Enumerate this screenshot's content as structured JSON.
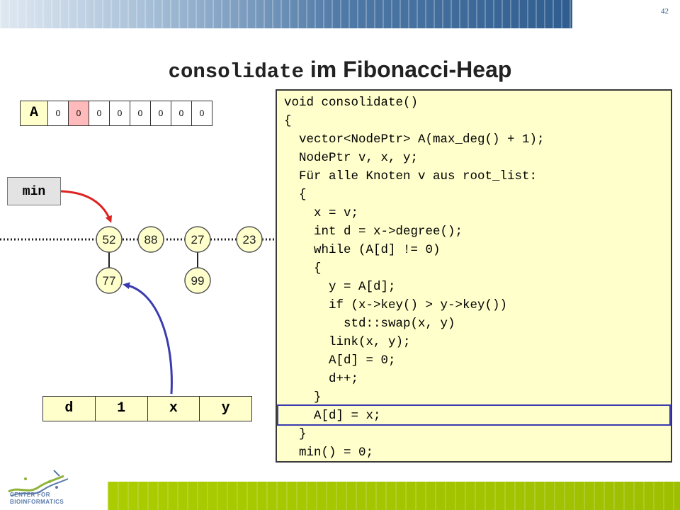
{
  "slide": {
    "page_number": "42",
    "title_code": "consolidate",
    "title_text": " im Fibonacci-Heap"
  },
  "array_A": {
    "label": "A",
    "cells": [
      "0",
      "0",
      "0",
      "0",
      "0",
      "0",
      "0",
      "0"
    ],
    "highlighted_index": 1
  },
  "min_box": {
    "label": "min"
  },
  "heap": {
    "roots": [
      "52",
      "88",
      "27",
      "23"
    ],
    "children": [
      "77",
      "99"
    ]
  },
  "variables": {
    "cells": [
      "d",
      "1",
      "x",
      "y"
    ]
  },
  "code": {
    "lines": [
      "void consolidate()",
      "{",
      "  vector<NodePtr> A(max_deg() + 1);",
      "  NodePtr v, x, y;",
      "  Für alle Knoten v aus root_list:",
      "  {",
      "    x = v;",
      "    int d = x->degree();",
      "    while (A[d] != 0)",
      "    {",
      "      y = A[d];",
      "      if (x->key() > y->key())",
      "        std::swap(x, y)",
      "      link(x, y);",
      "      A[d] = 0;",
      "      d++;",
      "    }",
      "    A[d] = x;",
      "  }",
      "  min() = 0;"
    ],
    "highlighted_line": 17
  },
  "logo": {
    "line1": "CENTER FOR",
    "line2": "BIOINFORMATICS"
  },
  "colors": {
    "accent_blue": "#2f5d8f",
    "code_background": "#ffffcc",
    "node_fill": "#ffffcc",
    "highlight_cell": "#ffbbbb",
    "min_arrow": "#dd2222",
    "x_arrow": "#3b3bb0",
    "footer_green": "#aacc00"
  }
}
